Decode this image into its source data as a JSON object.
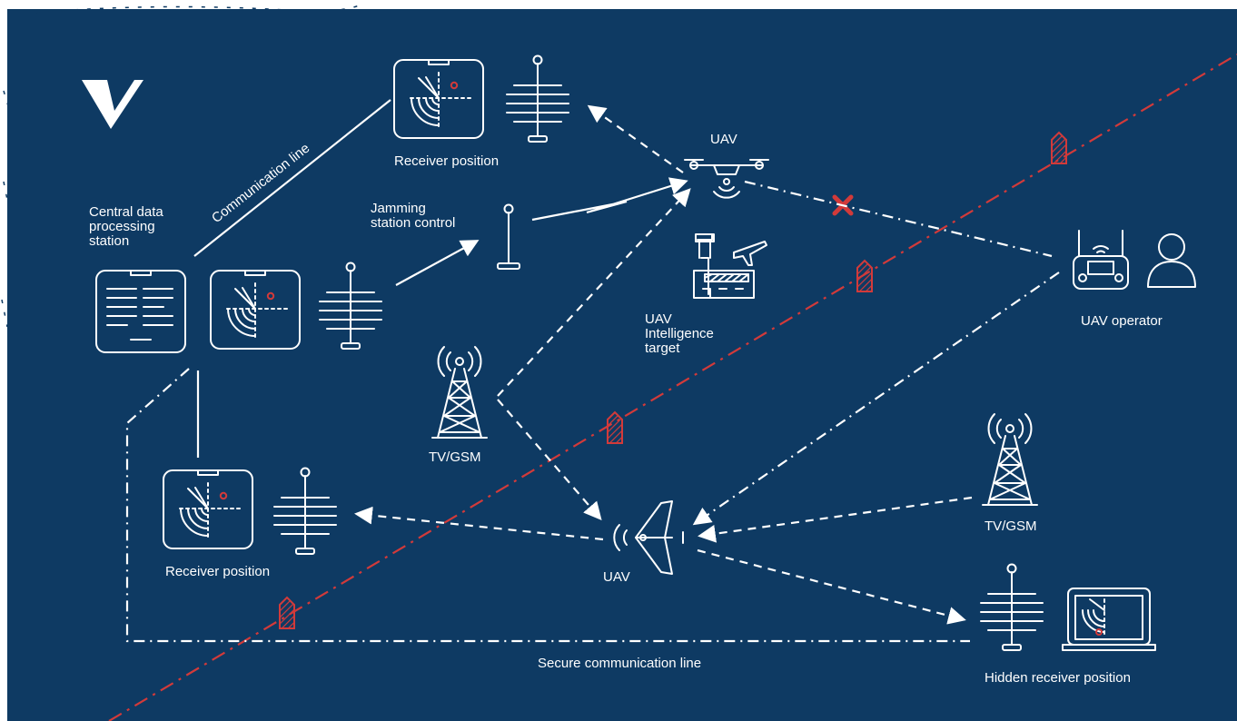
{
  "colors": {
    "background": "#0e3a63",
    "line": "#ffffff",
    "accent_red": "#d23a3a"
  },
  "labels": {
    "central_station": [
      "Central data",
      "processing",
      "station"
    ],
    "communication_line": "Communication line",
    "receiver_position_top": "Receiver position",
    "receiver_position_left": "Receiver position",
    "jamming_control": [
      "Jamming",
      "station control"
    ],
    "uav_top": "UAV",
    "uav_bottom": "UAV",
    "intelligence_target": [
      "UAV",
      "Intelligence",
      "target"
    ],
    "tv_gsm_left": "TV/GSM",
    "tv_gsm_right": "TV/GSM",
    "uav_operator": "UAV operator",
    "secure_line": "Secure communication line",
    "hidden_receiver": "Hidden receiver position"
  },
  "icons": {
    "logo": "v-logo-icon",
    "radar": "radar-screen-icon",
    "antenna": "antenna-icon",
    "document": "document-screen-icon",
    "drone": "quadcopter-icon",
    "flying_wing": "flying-wing-uav-icon",
    "tower": "cell-tower-icon",
    "airport": "airport-icon",
    "remote": "remote-controller-icon",
    "person": "person-icon",
    "laptop": "laptop-radar-icon",
    "blocked": "x-mark-icon",
    "marker": "boundary-marker-icon"
  }
}
